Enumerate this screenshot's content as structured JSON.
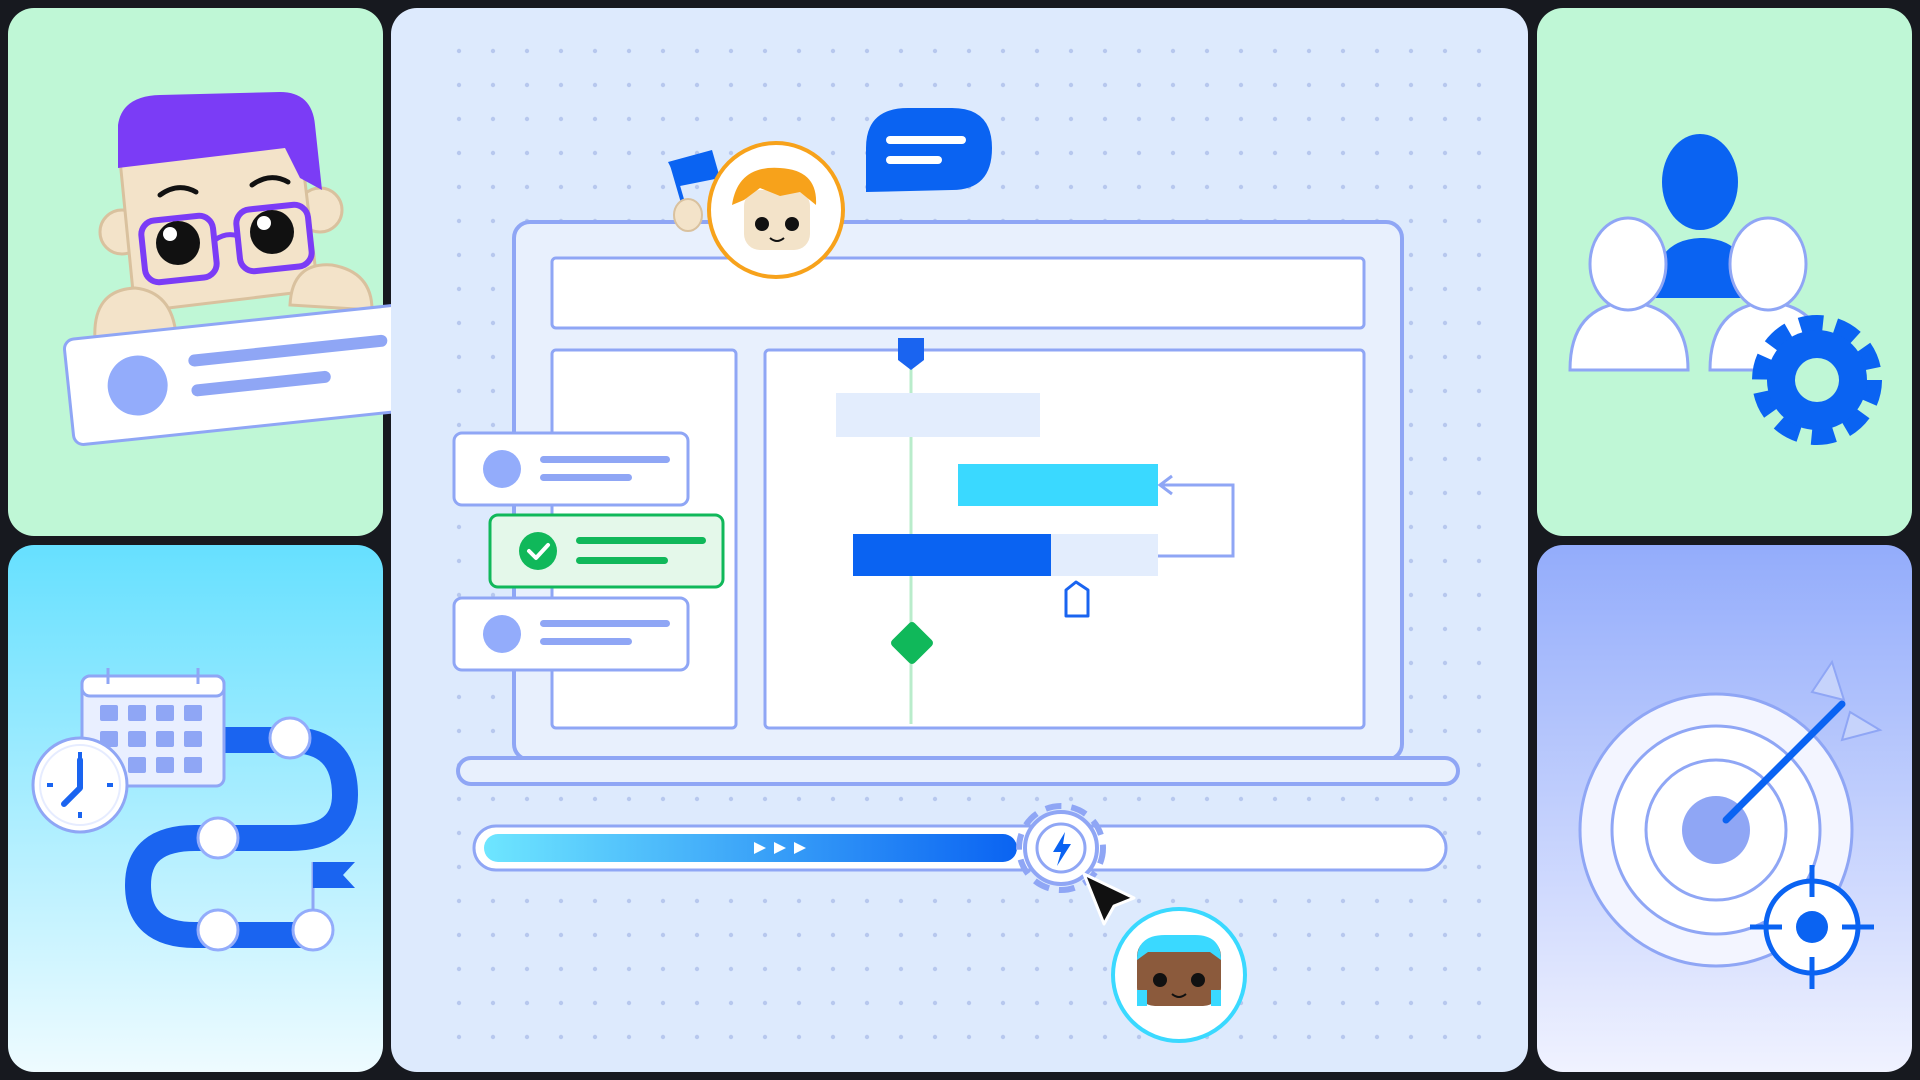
{
  "theme": {
    "background": "#17191f",
    "mint": "#bff7d6",
    "sky_top": "#66e0ff",
    "sky_bottom": "#eefbff",
    "lavender_top": "#93acfb",
    "lavender_bottom": "#eef1ff",
    "canvas": "#ddeafd",
    "outline": "#8fa6f5",
    "primary_blue": "#0a63f2",
    "cyan": "#3ad9ff",
    "green": "#10b85a",
    "purple": "#7b3cf6",
    "orange": "#f7a21b"
  },
  "icons": {
    "hero": "nerd-avatar-icon",
    "users": "team-users-icon",
    "settings": "gear-icon",
    "calendar": "calendar-icon",
    "clock": "clock-icon",
    "roadmap": "roadmap-path-icon",
    "flag": "flag-icon",
    "target": "target-icon",
    "crosshair": "crosshair-icon",
    "chat": "chat-bubble-icon",
    "check": "check-icon",
    "lightning": "lightning-icon",
    "cursor": "cursor-arrow-icon",
    "milestone": "milestone-diamond-icon"
  },
  "progress": {
    "fraction": 0.56
  },
  "task_cards": [
    {
      "state": "pending"
    },
    {
      "state": "done"
    },
    {
      "state": "pending"
    }
  ],
  "gantt": {
    "bars": [
      {
        "kind": "placeholder",
        "fraction": 1.0
      },
      {
        "kind": "cyan",
        "fraction": 1.0
      },
      {
        "kind": "progress",
        "fraction": 0.65
      }
    ]
  }
}
